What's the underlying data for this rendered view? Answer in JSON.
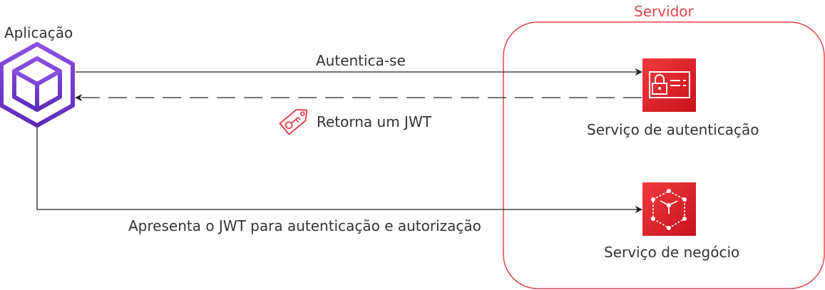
{
  "server": {
    "label": "Servidor",
    "color": "#e5454b"
  },
  "application": {
    "label": "Aplicação",
    "icon": "cube-icon",
    "color": "#7b3fd6"
  },
  "auth_service": {
    "label": "Serviço de autenticação",
    "icon": "id-card-icon",
    "color": "#e8222e"
  },
  "business_service": {
    "label": "Serviço de negócio",
    "icon": "network-cube-icon",
    "color": "#e8222e"
  },
  "edges": {
    "authenticate": "Autentica-se",
    "returns_jwt": "Retorna um JWT",
    "present_jwt": "Apresenta o JWT para autenticação e autorização"
  },
  "jwt_icon": {
    "icon": "key-tag-icon",
    "color": "#e5454b"
  }
}
